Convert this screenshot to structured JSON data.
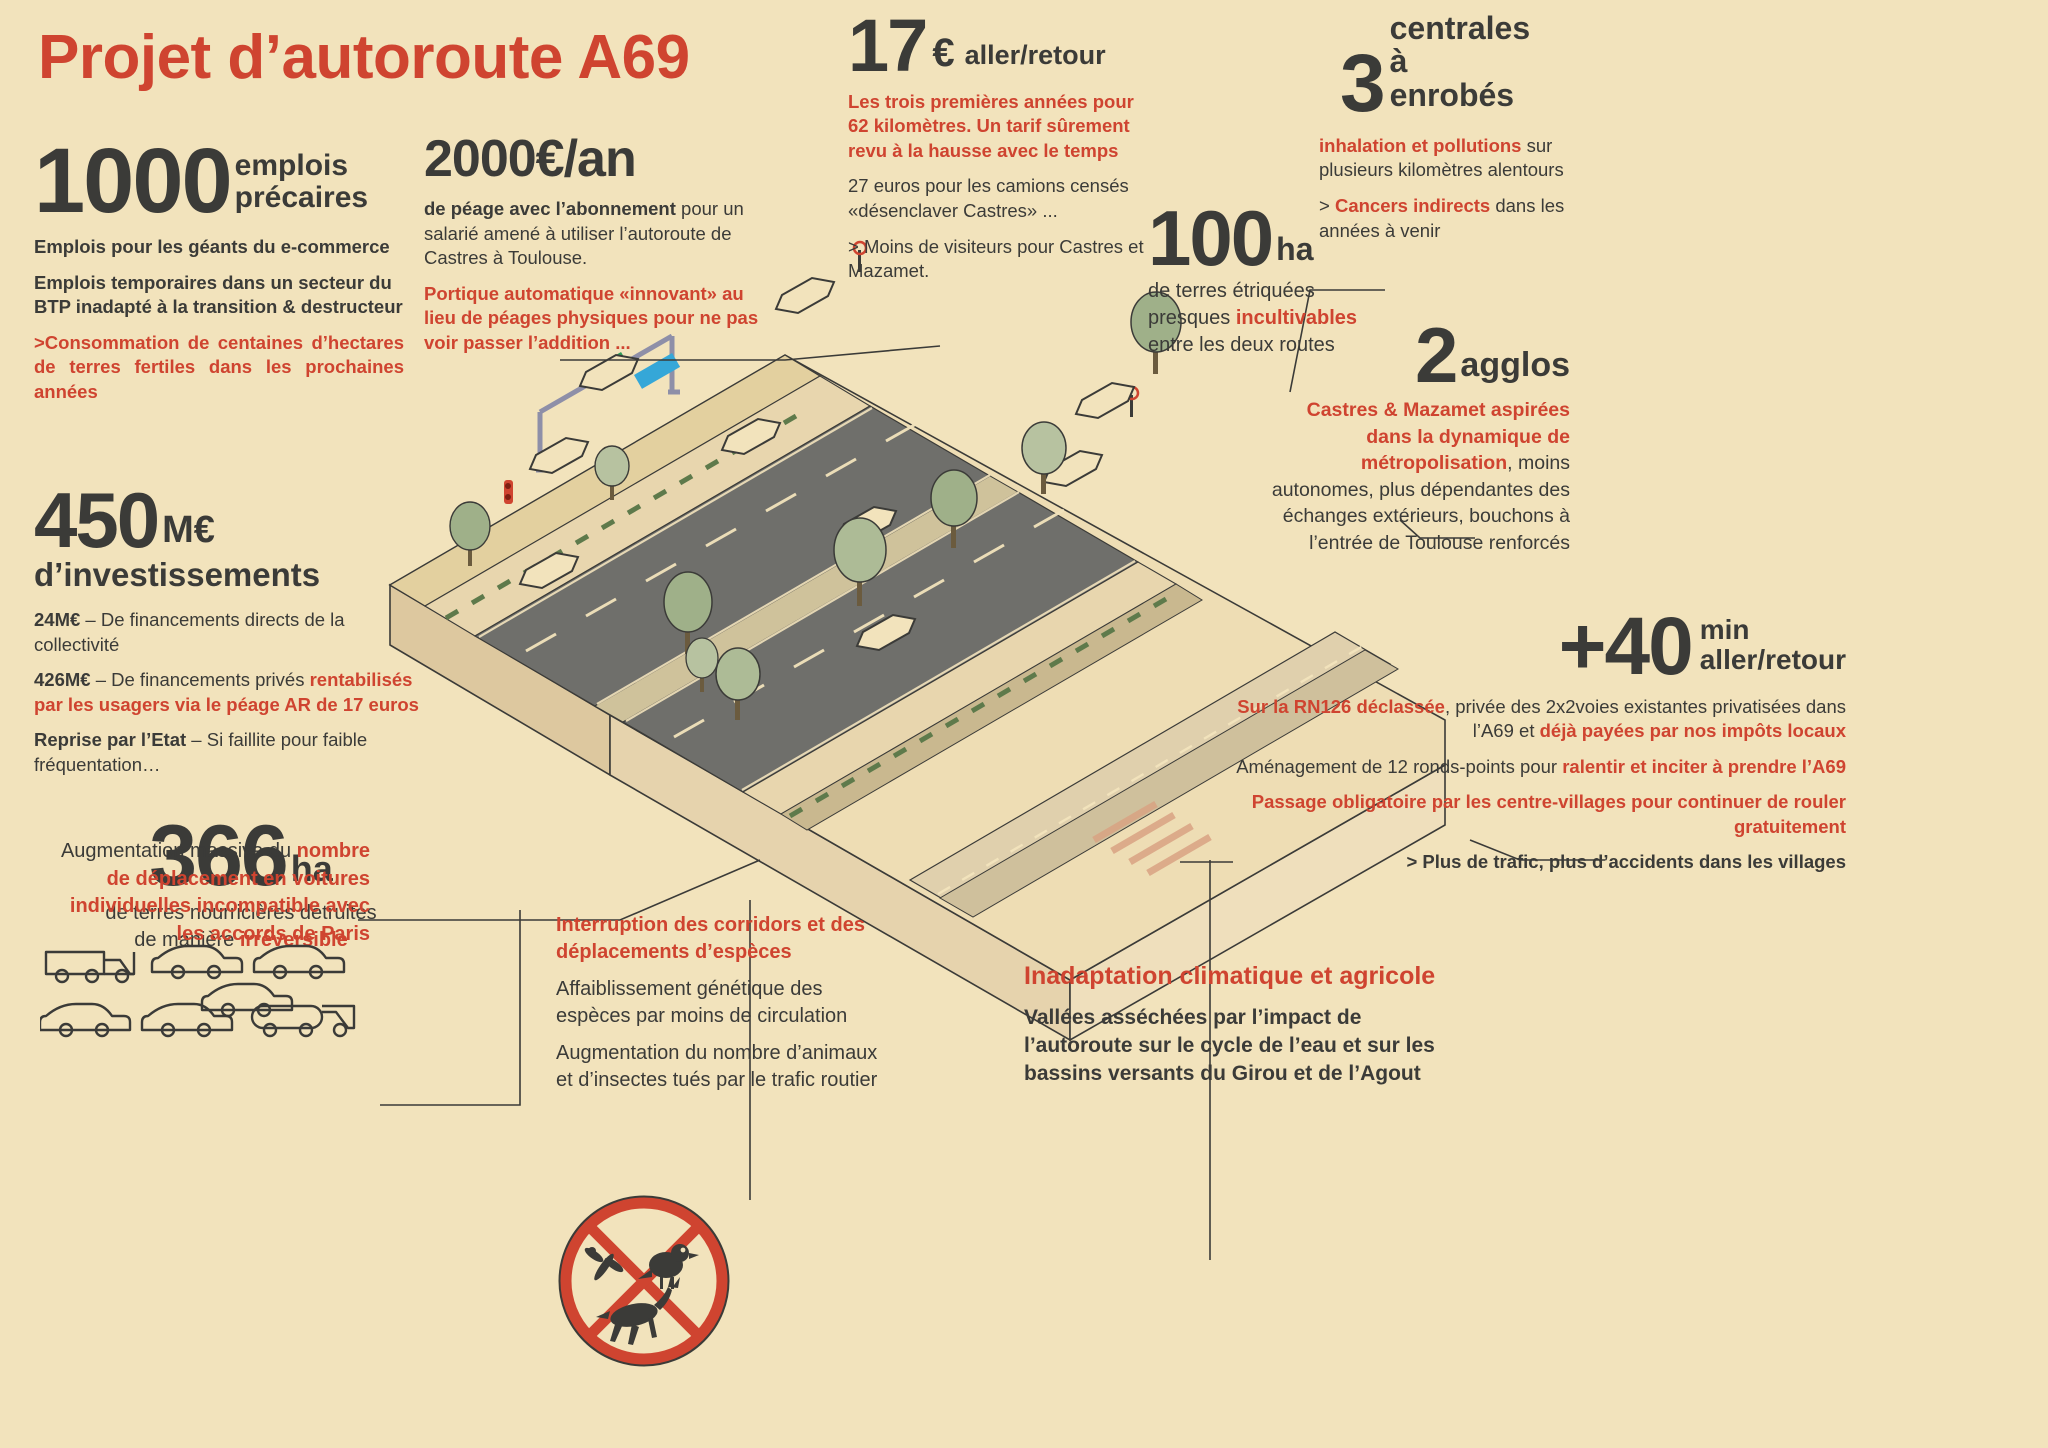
{
  "meta": {
    "title": "Projet d’autoroute A69",
    "bg_color": "#f2e3bc",
    "accent_red": "#cf4430",
    "ink": "#3b3b38"
  },
  "stats": {
    "jobs": {
      "number": "1000",
      "unit_line1": "emplois",
      "unit_line2": "précaires",
      "p1": "Emplois pour les géants du e-commerce",
      "p2": "Emplois temporaires dans un secteur du BTP inadapté à la transition & destructeur",
      "p3": ">Consommation de centaines d’hectares de terres fertiles dans les prochaines années"
    },
    "toll_year": {
      "number": "2000€",
      "unit": "/an",
      "p1_bold": "de péage avec l’abonnement",
      "p1_rest": " pour un salarié amené à utiliser l’autoroute de Castres à Toulouse.",
      "p2": "Portique automatique «innovant» au lieu de péages physiques pour ne pas voir passer l’addition ..."
    },
    "toll_trip": {
      "number": "17",
      "currency": "€",
      "unit": "aller/retour",
      "p1": "Les trois premières années pour 62 kilomètres. Un tarif sûrement revu à la hausse avec le temps",
      "p2": "27 euros pour les camions censés «désenclaver Castres» ...",
      "p3": "> Moins de visiteurs pour Castres et Mazamet."
    },
    "plants": {
      "number": "3",
      "unit_line1": "centrales",
      "unit_line2": "à enrobés",
      "p1_bold": "inhalation et pollutions",
      "p1_rest": " sur plusieurs kilomètres alentours",
      "p2_prefix": "> ",
      "p2_bold": "Cancers indirects",
      "p2_rest": " dans les années à venir"
    },
    "investment": {
      "number": "450",
      "unit": "M€",
      "subtitle": "d’investissements",
      "line1_bold": "24M€",
      "line1_rest": " – De financements directs de la collectivité",
      "line2_bold": "426M€",
      "line2_rest": " – De financements privés ",
      "line2_red": "rentabilisés par les usagers via le péage AR de 17 euros",
      "line3_bold": "Reprise par l’Etat",
      "line3_rest": " – Si faillite pour faible fréquentation…"
    },
    "land_destroyed": {
      "number": "366",
      "unit": "ha",
      "p1": "de terres nourricières détruites de manière ",
      "p1_red": "irréversible"
    },
    "land_strips": {
      "number": "100",
      "unit": "ha",
      "p1": "de terres étriquées",
      "p2_pre": "presques ",
      "p2_red": "incultivables",
      "p3": "entre les deux routes"
    },
    "agglos": {
      "number": "2",
      "unit": "agglos",
      "p1_red": "Castres & Mazamet aspirées dans la dynamique de métropolisation",
      "p1_rest": ", moins autonomes, plus dépendantes des échanges extérieurs, bouchons à l’entrée de Toulouse renforcés"
    },
    "time_lost": {
      "plus": "+",
      "number": "40",
      "unit_line1": "min",
      "unit_line2": "aller/retour",
      "p1_red": "Sur la RN126 déclassée",
      "p1_mid": ", privée des 2x2voies existantes privatisées dans l’A69 et ",
      "p1_red2": "déjà payées par nos impôts locaux",
      "p2_pre": "Aménagement de 12 ronds-points pour ",
      "p2_red": "ralentir et inciter à prendre l’A69",
      "p3_red": "Passage obligatoire par les centre-villages pour continuer de rouler gratuitement",
      "p4": "> Plus de trafic, plus d’accidents dans les villages"
    }
  },
  "callouts": {
    "cars": {
      "pre": "Augmentation massive du ",
      "red": "nombre de déplacement en voitures individuelles incompatible avec les accords de Paris"
    },
    "corridors": {
      "title": "Interruption des corridors et des déplacements d’espèces",
      "p1": "Affaiblissement génétique des espèces par moins de circulation",
      "p2": "Augmentation du nombre d’animaux et d’insectes tués par le trafic routier"
    },
    "climate": {
      "title": "Inadaptation climatique et agricole",
      "p1": "Vallées asséchées par l’impact de l’autoroute sur le cycle de l’eau et sur les bassins versants du Girou et de l’Agout"
    }
  },
  "icons": {
    "no_entry": "no-entry-sign-icon",
    "dragonfly": "dragonfly-icon",
    "bird": "bird-icon",
    "deer": "deer-icon",
    "truck": "truck-icon",
    "car": "car-icon",
    "tanker": "tanker-truck-icon"
  }
}
